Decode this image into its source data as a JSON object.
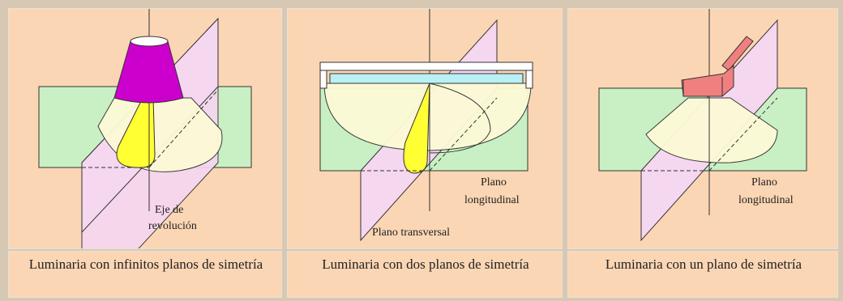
{
  "panels": [
    {
      "caption": "Luminaria con infinitos planos de simetría",
      "labels": {
        "axis_line1": "Eje de",
        "axis_line2": "revolución"
      }
    },
    {
      "caption": "Luminaria con dos planos de simetría",
      "labels": {
        "plane_long_line1": "Plano",
        "plane_long_line2": "longitudinal",
        "plane_trans": "Plano transversal"
      }
    },
    {
      "caption": "Luminaria con un plano de simetría",
      "labels": {
        "plane_long_line1": "Plano",
        "plane_long_line2": "longitudinal"
      }
    }
  ],
  "colors": {
    "cell_bg": "#fbd6b4",
    "green_plane": "#c9f0c4",
    "pink_plane": "#f5d7f0",
    "light_cone": "#fdfad6",
    "yellow_lobe": "#ffff33",
    "magenta_lamp": "#cc00cc",
    "red_lamp": "#f08080",
    "tube": "#b8f0f5"
  }
}
